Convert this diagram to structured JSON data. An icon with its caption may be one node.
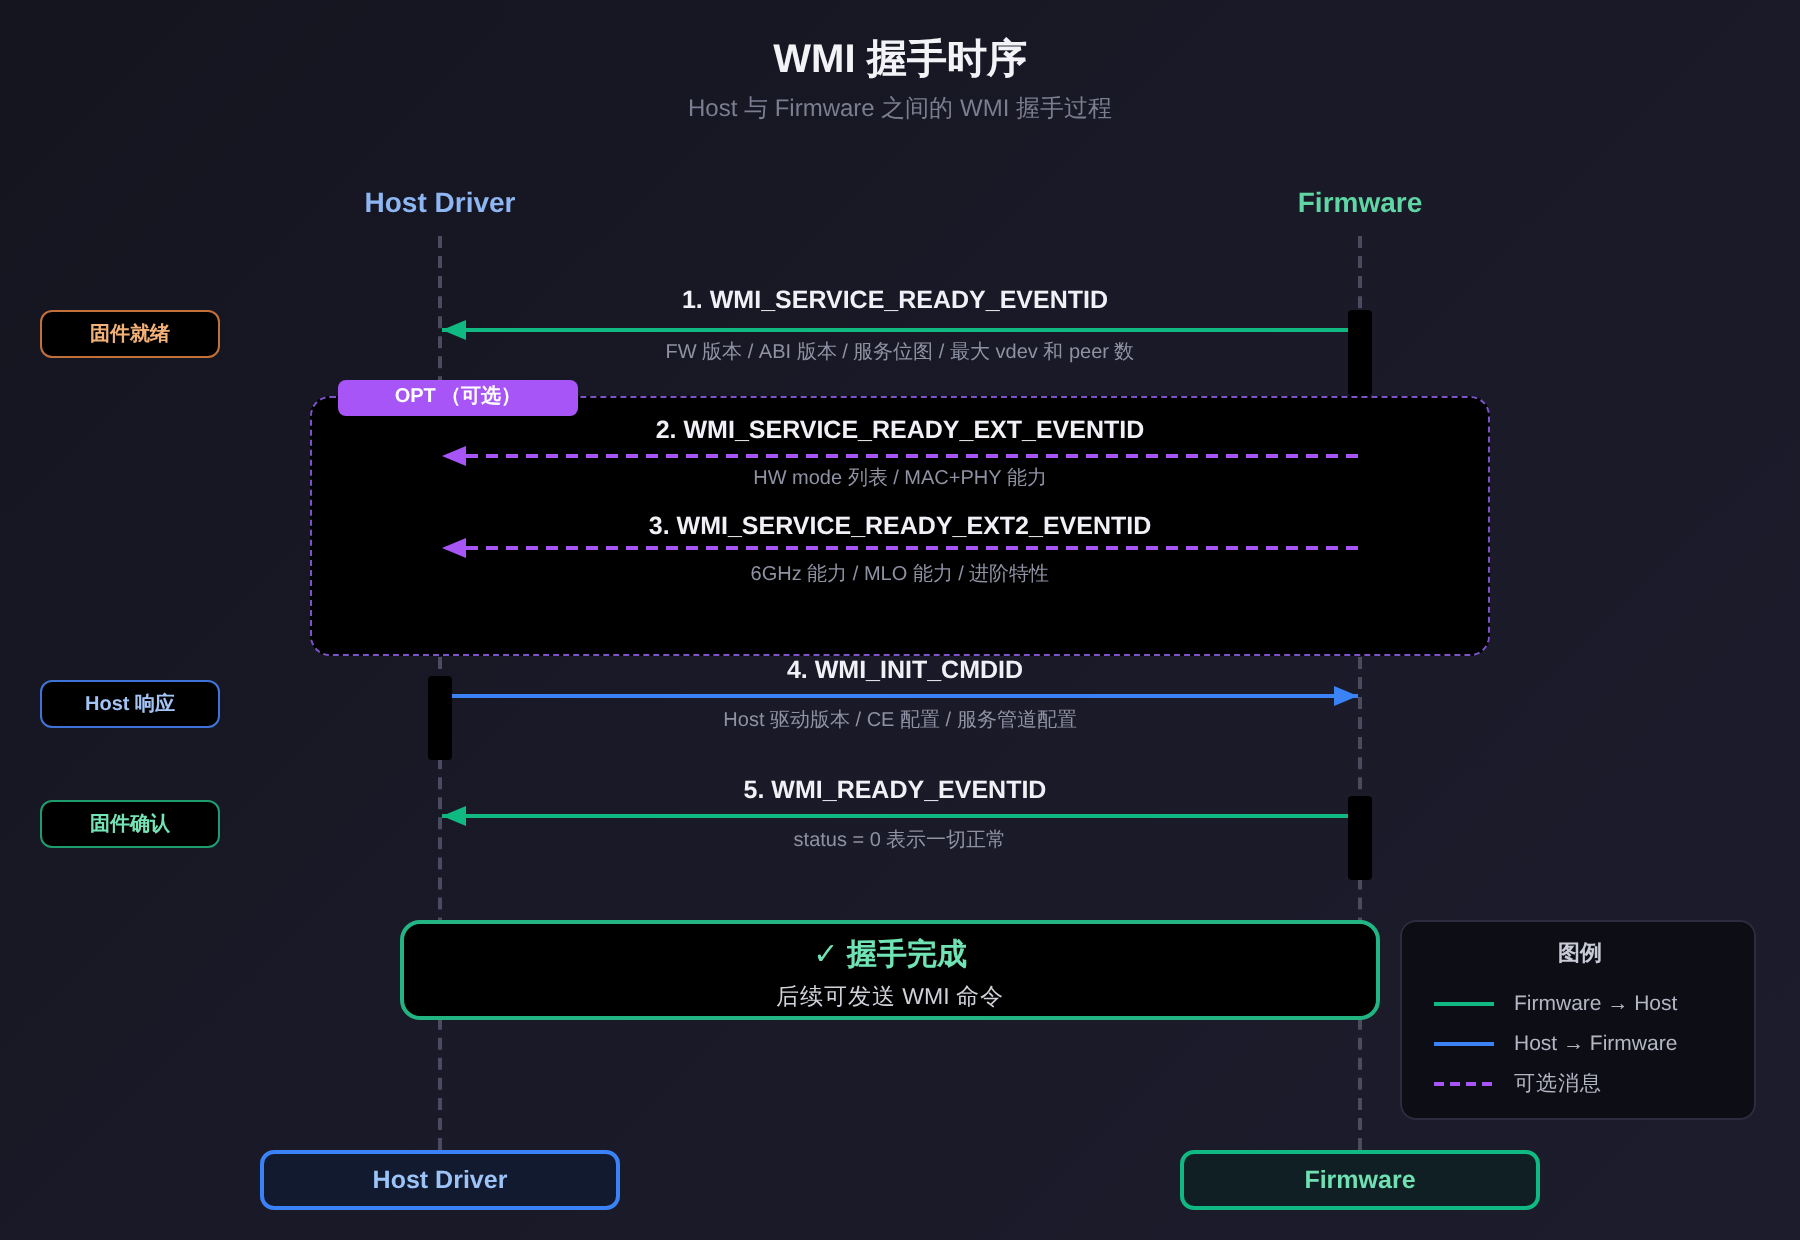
{
  "diagram": {
    "title": "WMI 握手时序",
    "nodes": [
      {
        "text": [
          "Host Driver"
        ]
      },
      {
        "text": [
          "Firmware"
        ]
      },
      {
        "text": [],
        "shape": "line"
      },
      {
        "text": [],
        "shape": "line"
      },
      {
        "text": [
          "固件就绪"
        ]
      },
      {
        "text": [],
        "shape": "bar"
      },
      {
        "text": [
          "OPT （可选）"
        ]
      },
      {
        "text": [
          "Host 响应"
        ]
      },
      {
        "text": [],
        "shape": "bar"
      },
      {
        "text": [
          "固件确认"
        ]
      },
      {
        "text": [],
        "shape": "bar"
      },
      {
        "text": [
          "✓ 握手完成",
          "后续可发送 WMI 命令"
        ]
      },
      {
        "text": [
          "Host Driver"
        ]
      },
      {
        "text": [
          "Firmware"
        ]
      }
    ],
    "edges": [
      {
        "from": 5,
        "to": 2,
        "arrow": "to",
        "label": "1. WMI_SERVICE_READY_EVENTID"
      },
      {
        "from": 3,
        "to": 2,
        "arrow": "to",
        "label": "2. WMI_SERVICE_READY_EXT_EVENTID",
        "style": "dashed",
        "color": "#a855f7"
      },
      {
        "from": 3,
        "to": 2,
        "arrow": "to",
        "label": "3. WMI_SERVICE_READY_EXT2_EVENTID",
        "style": "dashed",
        "color": "#a855f7"
      },
      {
        "from": 8,
        "to": 3,
        "arrow": "to",
        "label": "4. WMI_INIT_CMDID",
        "color": "#3b82f6"
      },
      {
        "from": 10,
        "to": 2,
        "arrow": "to",
        "label": "5. WMI_READY_EVENTID"
      }
    ],
    "labels": [
      "Host 与 Firmware 之间的 WMI 握手过程",
      "FW 版本 / ABI 版本 / 服务位图 / 最大 vdev 和 peer 数",
      "HW mode 列表 / MAC+PHY 能力",
      "6GHz 能力 / MLO 能力 / 进阶特性",
      "Host 驱动版本 / CE 配置 / 服务管道配置",
      "status = 0 表示一切正常",
      "图例"
    ],
    "legend": [
      {
        "text": "Firmware → Host"
      },
      {
        "text": "Host → Firmware"
      },
      {
        "text": "可选消息"
      }
    ]
  }
}
